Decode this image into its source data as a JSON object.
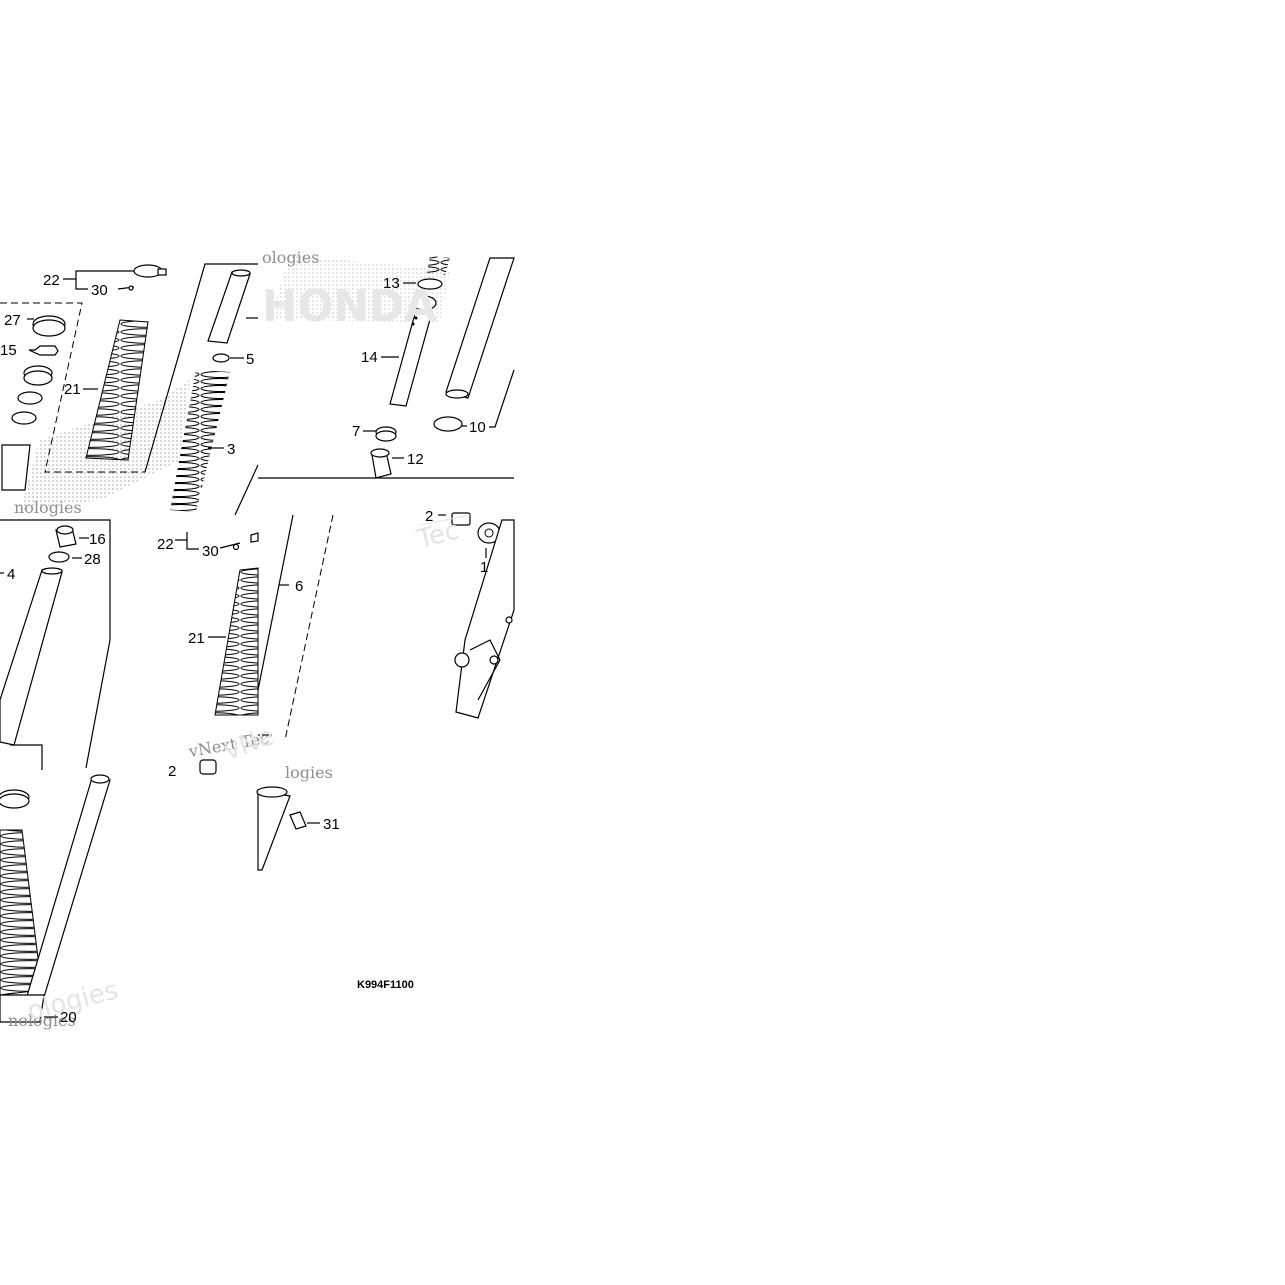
{
  "diagram": {
    "code": "K994F1100",
    "labels": {
      "p1": "1",
      "p2": "2",
      "p2b": "2",
      "p3": "3",
      "p4": "4",
      "p5": "5",
      "p6": "6",
      "p7": "7",
      "p10": "10",
      "p12": "12",
      "p13": "13",
      "p14": "14",
      "p15": "15",
      "p16": "16",
      "p20": "20",
      "p21a": "21",
      "p21b": "21",
      "p22a": "22",
      "p22b": "22",
      "p27": "27",
      "p28": "28",
      "p30a": "30",
      "p30b": "30",
      "p31": "31"
    },
    "watermarks": {
      "w1": "nologies",
      "w2": "nologies",
      "w3": "vNext Tec",
      "w4": "ologies",
      "w5": "Tec",
      "w6": "logies",
      "w7": "ologies",
      "w8": "vNe"
    },
    "logo": "HONDA"
  }
}
